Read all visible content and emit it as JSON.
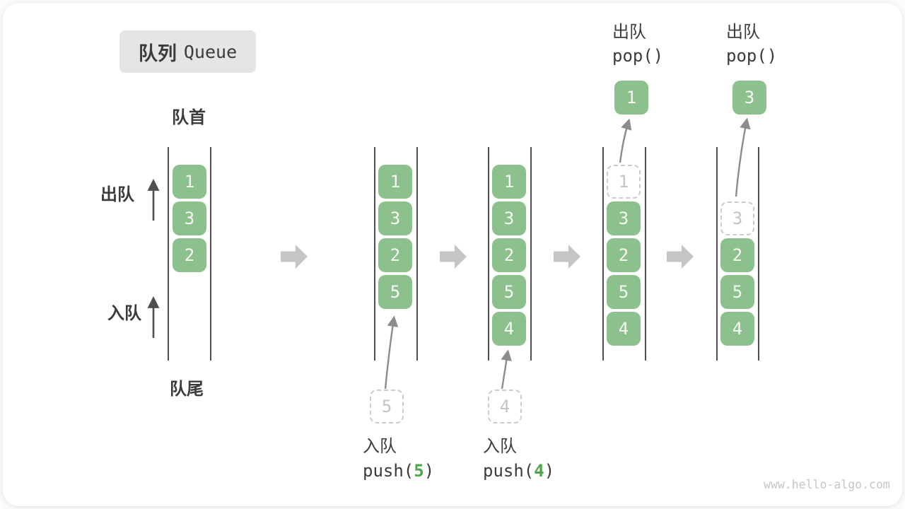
{
  "title": {
    "zh": "队列",
    "en": "Queue"
  },
  "side_labels": {
    "front": "队首",
    "rear": "队尾",
    "dequeue": "出队",
    "enqueue": "入队"
  },
  "columns": [
    {
      "boxes": [
        "1",
        "3",
        "2"
      ]
    },
    {
      "boxes": [
        "1",
        "3",
        "2",
        "5"
      ]
    },
    {
      "boxes": [
        "1",
        "3",
        "2",
        "5",
        "4"
      ]
    },
    {
      "ghost": "1",
      "boxes": [
        "3",
        "2",
        "5",
        "4"
      ],
      "popped": "1"
    },
    {
      "ghost": "3",
      "boxes": [
        "2",
        "5",
        "4"
      ],
      "popped": "3"
    }
  ],
  "pop_annotations": [
    {
      "action": "出队",
      "code": "pop()"
    },
    {
      "action": "出队",
      "code": "pop()"
    }
  ],
  "push_annotations": [
    {
      "action": "入队",
      "ghost": "5",
      "code_prefix": "push(",
      "arg": "5",
      "code_suffix": ")"
    },
    {
      "action": "入队",
      "ghost": "4",
      "code_prefix": "push(",
      "arg": "4",
      "code_suffix": ")"
    }
  ],
  "watermark": "www.hello-algo.com",
  "colors": {
    "box_green": "#8cc08c",
    "code_arg_green": "#4ca64c",
    "block_arrow_gray": "#c5c5c5",
    "ghost_gray": "#cccccc",
    "text_dark": "#3b3b3b",
    "badge_bg": "#e5e5e5"
  }
}
